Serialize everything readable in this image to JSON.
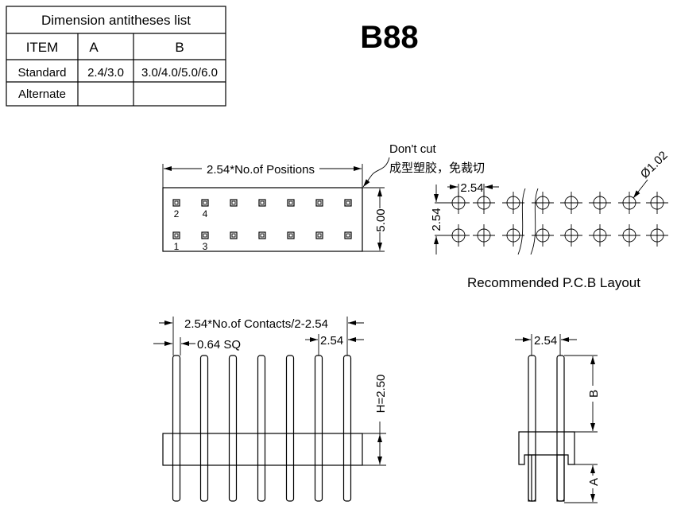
{
  "part_number": "B88",
  "dimension_table": {
    "title": "Dimension antitheses list",
    "headers": [
      "ITEM",
      "A",
      "B"
    ],
    "rows": [
      {
        "item": "Standard",
        "a": "2.4/3.0",
        "b": "3.0/4.0/5.0/6.0"
      },
      {
        "item": "Alternate",
        "a": "",
        "b": ""
      }
    ]
  },
  "top_view": {
    "width_dim": "2.54*No.of Positions",
    "height_dim": "5.00",
    "note_en": "Don't cut",
    "note_cn": "成型塑胶，免裁切",
    "pin_labels": [
      "2",
      "4",
      "1",
      "3"
    ]
  },
  "pcb_layout": {
    "pitch_x": "2.54",
    "pitch_y": "2.54",
    "hole_dia": "Ø1.02",
    "caption": "Recommended P.C.B Layout"
  },
  "front_view": {
    "span_dim": "2.54*No.of Contacts/2-2.54",
    "pin_size": "0.64 SQ",
    "pitch": "2.54",
    "height_dim": "H=2.50"
  },
  "side_view": {
    "pitch": "2.54",
    "dim_b": "B",
    "dim_a": "A"
  }
}
